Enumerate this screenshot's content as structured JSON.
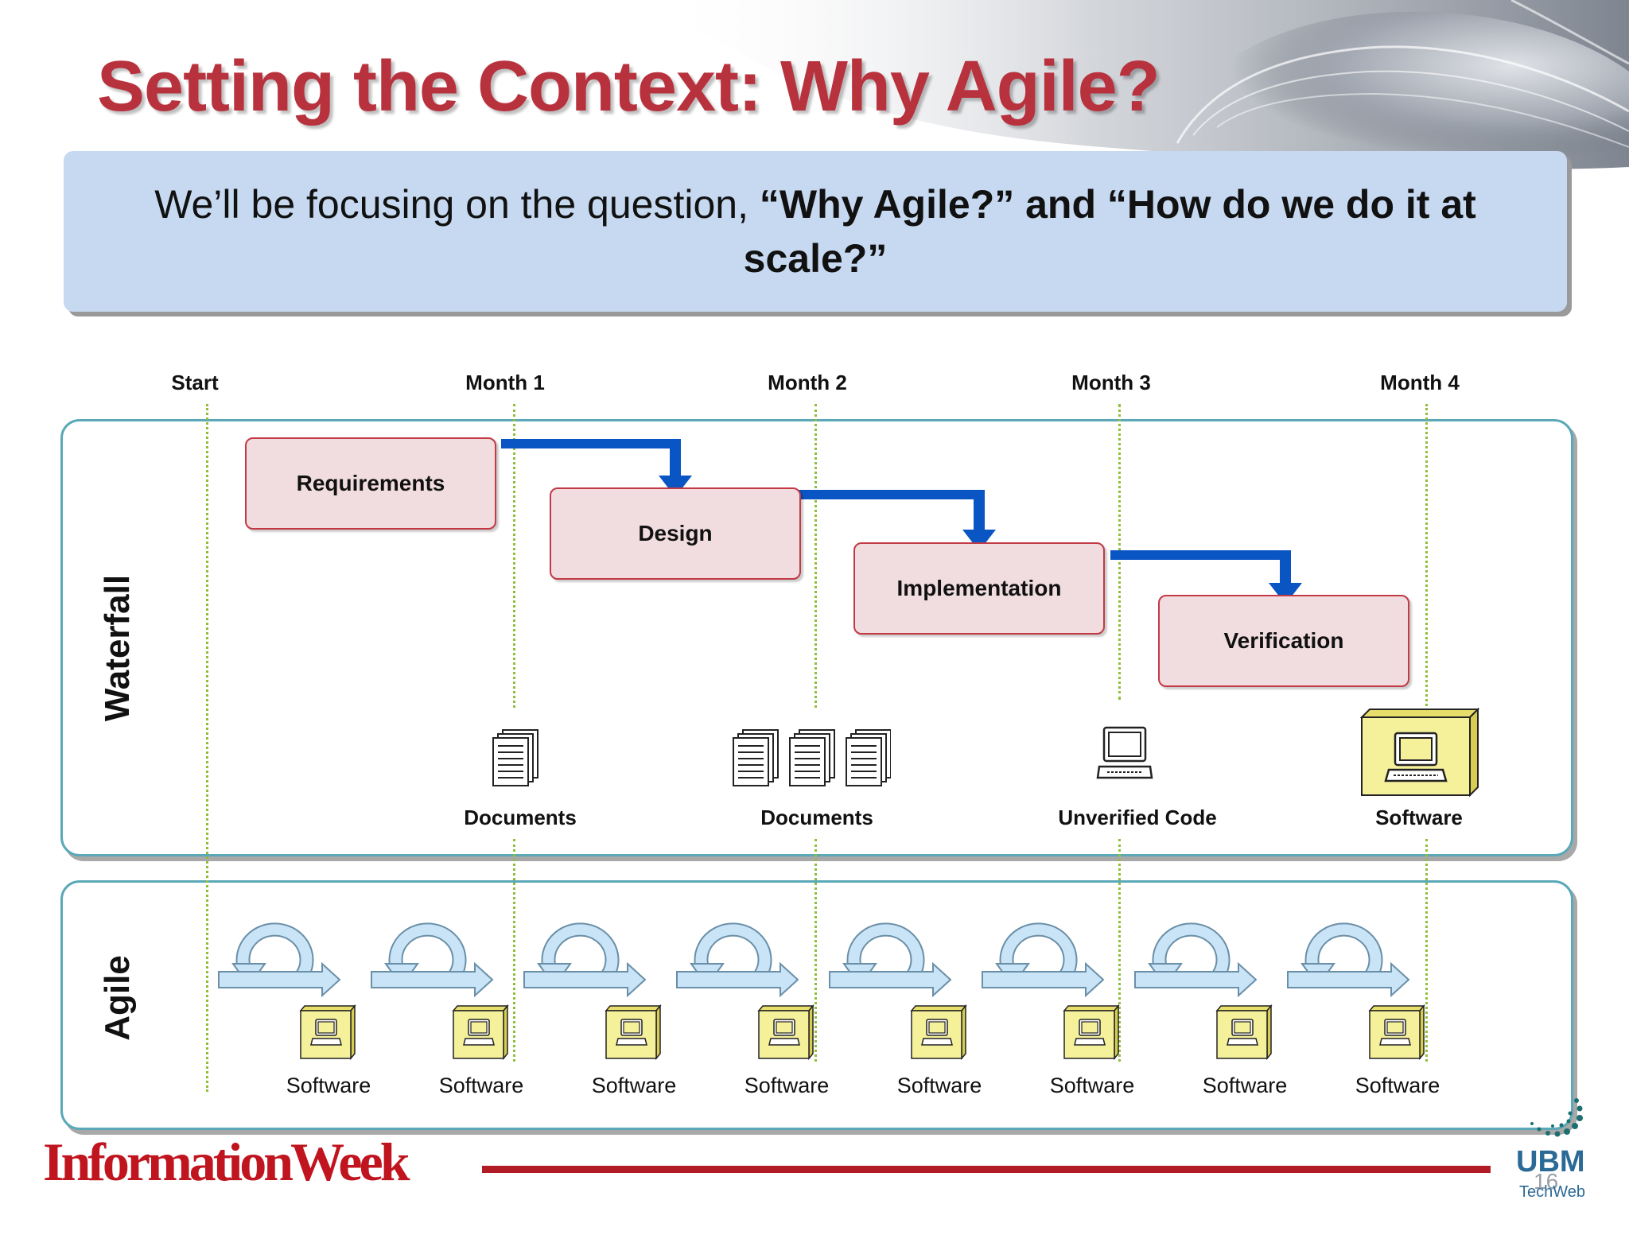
{
  "slide": {
    "title": "Setting the Context: Why Agile?",
    "banner": {
      "prefix": "We’ll be focusing on the question, ",
      "bold": "“Why Agile?” and “How do we do it at scale?”"
    }
  },
  "timeline": {
    "months": [
      "Start",
      "Month 1",
      "Month 2",
      "Month 3",
      "Month 4"
    ]
  },
  "waterfall": {
    "label": "Waterfall",
    "phases": [
      "Requirements",
      "Design",
      "Implementation",
      "Verification"
    ],
    "deliverables": [
      "Documents",
      "Documents",
      "Unverified Code",
      "Software"
    ]
  },
  "agile": {
    "label": "Agile",
    "iterations": 8,
    "deliverables": [
      "Software",
      "Software",
      "Software",
      "Software",
      "Software",
      "Software",
      "Software",
      "Software"
    ]
  },
  "footer": {
    "publisher_logo": "InformationWeek",
    "ubm": "UBM",
    "techweb": "TechWeb",
    "page_number": "16"
  },
  "colors": {
    "title": "#b8323e",
    "banner": "#c6d9f0",
    "phase_fill": "#f1dde0",
    "phase_border": "#c23a45",
    "arrow": "#0a55c4",
    "lane_border": "#5aa8b8",
    "gridline": "#8fbf3a",
    "cycle": "#c9e4f6",
    "software_box": "#f5f09a"
  }
}
